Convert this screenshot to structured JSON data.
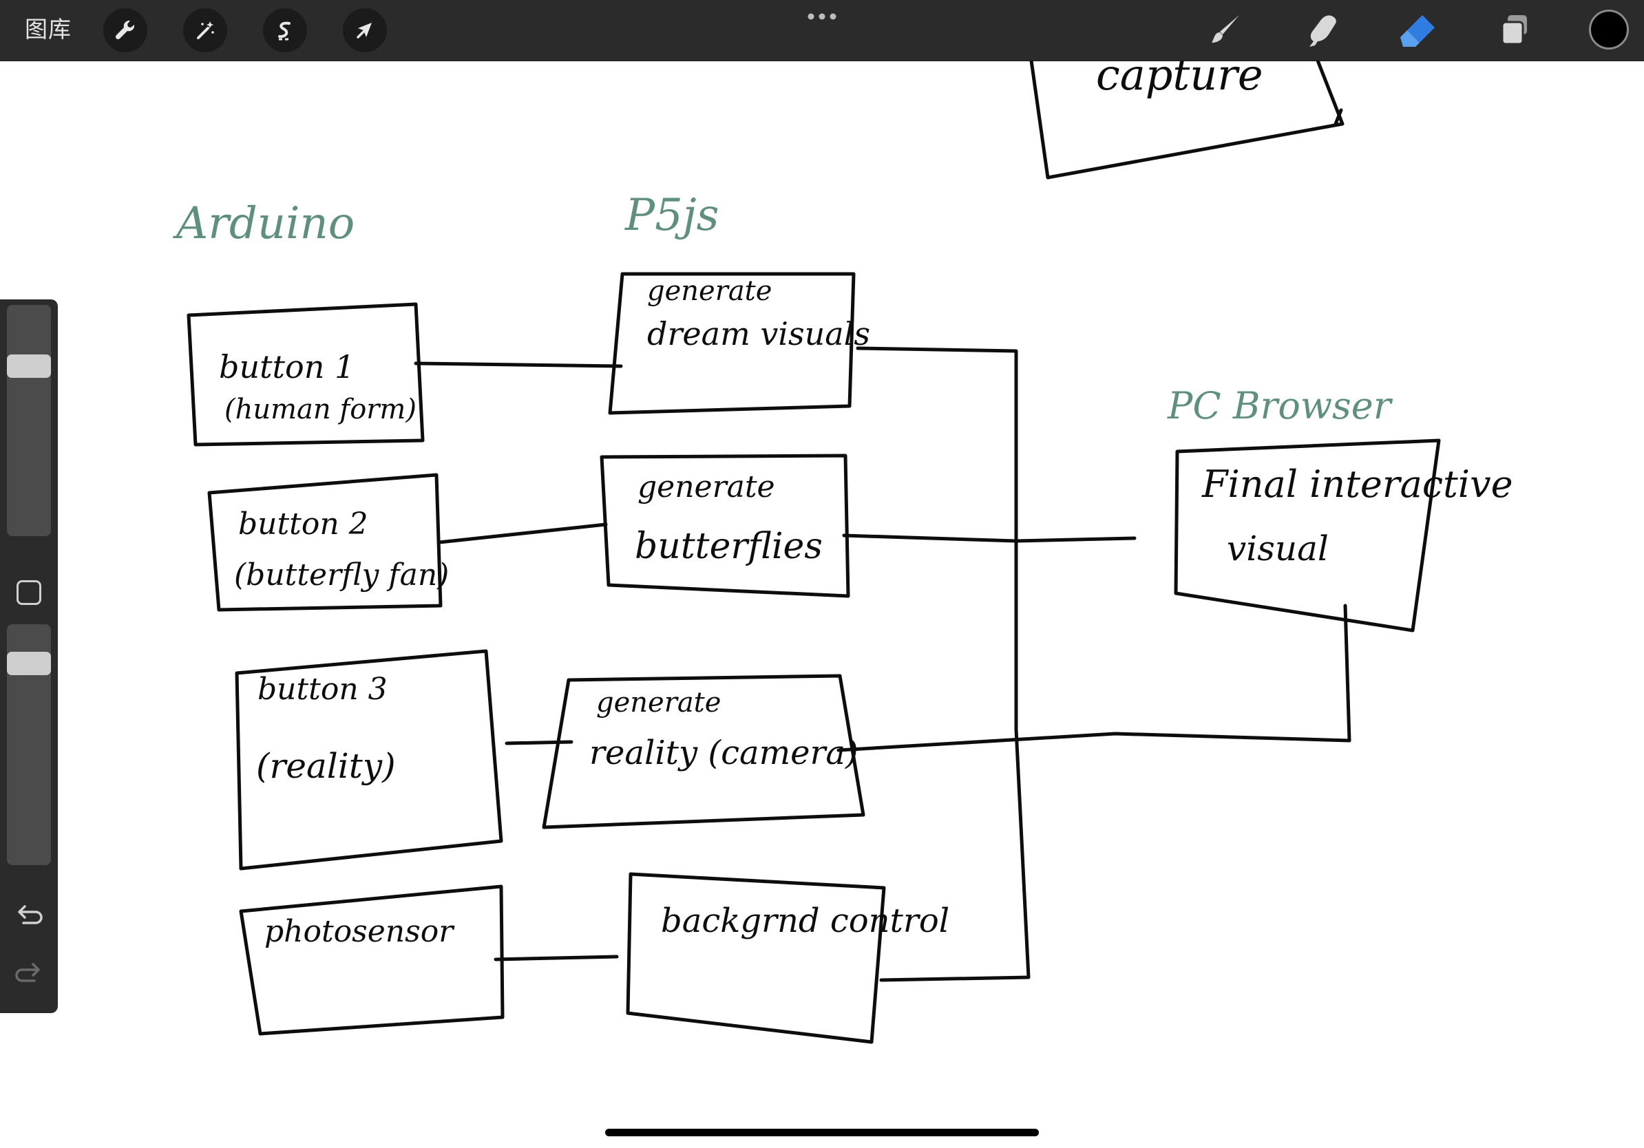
{
  "toolbar": {
    "gallery_label": "图库",
    "left_tools": [
      {
        "name": "actions",
        "icon": "wrench-icon"
      },
      {
        "name": "adjustments",
        "icon": "magic-wand-icon"
      },
      {
        "name": "selection",
        "icon": "selection-s-icon"
      },
      {
        "name": "transform",
        "icon": "arrow-cursor-icon"
      }
    ],
    "more_icon": "ellipsis-icon",
    "right_tools": [
      {
        "name": "brush",
        "icon": "brush-icon",
        "active": false
      },
      {
        "name": "smudge",
        "icon": "smudge-finger-icon",
        "active": false
      },
      {
        "name": "eraser",
        "icon": "eraser-icon",
        "active": true
      },
      {
        "name": "layers",
        "icon": "layers-icon",
        "active": false
      }
    ],
    "color": "#000000",
    "accent": "#2f7de1"
  },
  "sidebar": {
    "size_slider_level": 0.85,
    "opacity_slider_level": 0.9,
    "undo_icon": "undo-icon",
    "redo_icon": "redo-icon"
  },
  "canvas": {
    "headings": {
      "arduino": "Arduino",
      "p5js": "P5js",
      "pc_browser": "PC Browser"
    },
    "arduino_boxes": [
      {
        "line1": "button 1",
        "line2": "(human form)"
      },
      {
        "line1": "button 2",
        "line2": "(butterfly fan)"
      },
      {
        "line1": "button 3",
        "line2": "(reality)"
      },
      {
        "line1": "photosensor",
        "line2": ""
      }
    ],
    "p5_boxes": [
      {
        "line1": "generate",
        "line2": "dream visuals"
      },
      {
        "line1": "generate",
        "line2": "butterflies"
      },
      {
        "line1": "generate",
        "line2": "reality (camera)"
      },
      {
        "line1": "backgrnd control",
        "line2": ""
      }
    ],
    "browser_box": {
      "line1": "Final interactive",
      "line2": "visual"
    },
    "capture_box": {
      "label": "capture"
    },
    "ink_color": "#0d0d0d",
    "heading_color": "#5f8f7d"
  }
}
